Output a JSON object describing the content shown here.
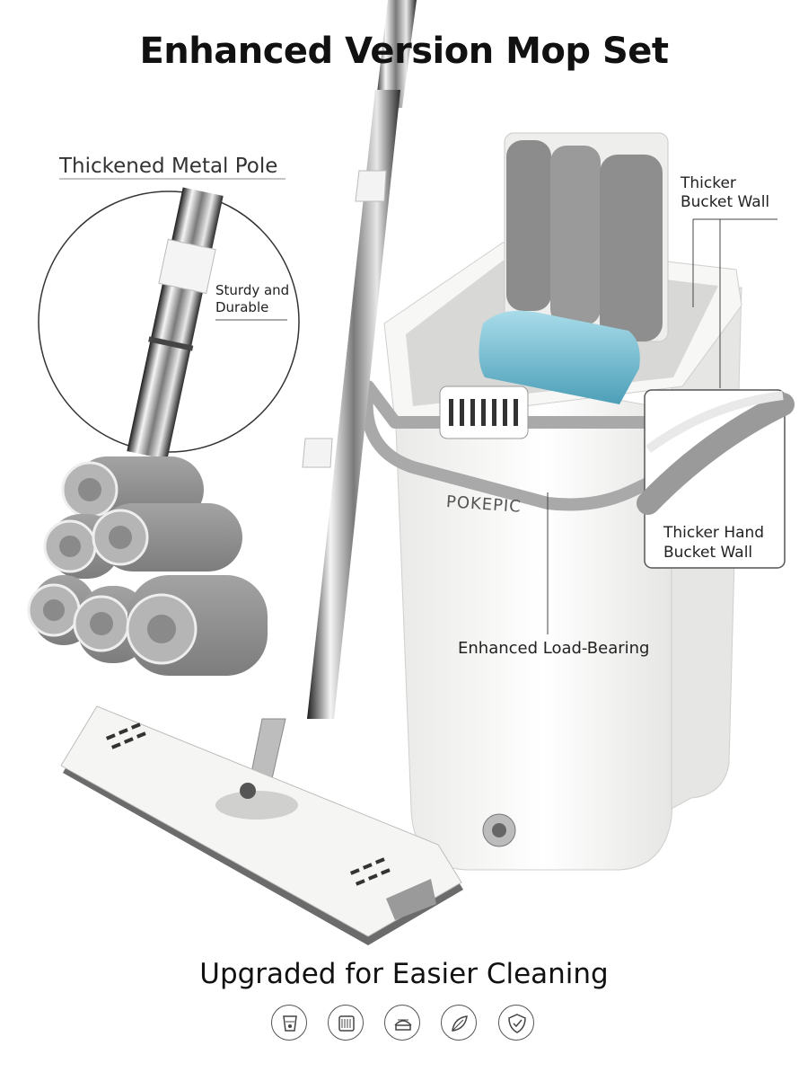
{
  "title": "Enhanced Version Mop Set",
  "callouts": {
    "pole_title": "Thickened Metal Pole",
    "pole_detail_line1": "Sturdy and",
    "pole_detail_line2": "Durable",
    "bucket_wall_top_line1": "Thicker",
    "bucket_wall_top_line2": "Bucket Wall",
    "bucket_wall_box_line1": "Thicker Hand",
    "bucket_wall_box_line2": "Bucket Wall",
    "load_bearing": "Enhanced Load-Bearing"
  },
  "brand": "POKEPIC",
  "subtitle": "Upgraded for Easier Cleaning",
  "feature_icons": [
    "dust-free-icon",
    "bucket-icon",
    "squeeze-clean-icon",
    "leaf-mop-icon",
    "shield-icon"
  ],
  "colors": {
    "bucket": "#f2f2f0",
    "mop_pad": "#8e8e8e",
    "water": "#7fc6dc",
    "chrome": "#bdbdbd"
  }
}
